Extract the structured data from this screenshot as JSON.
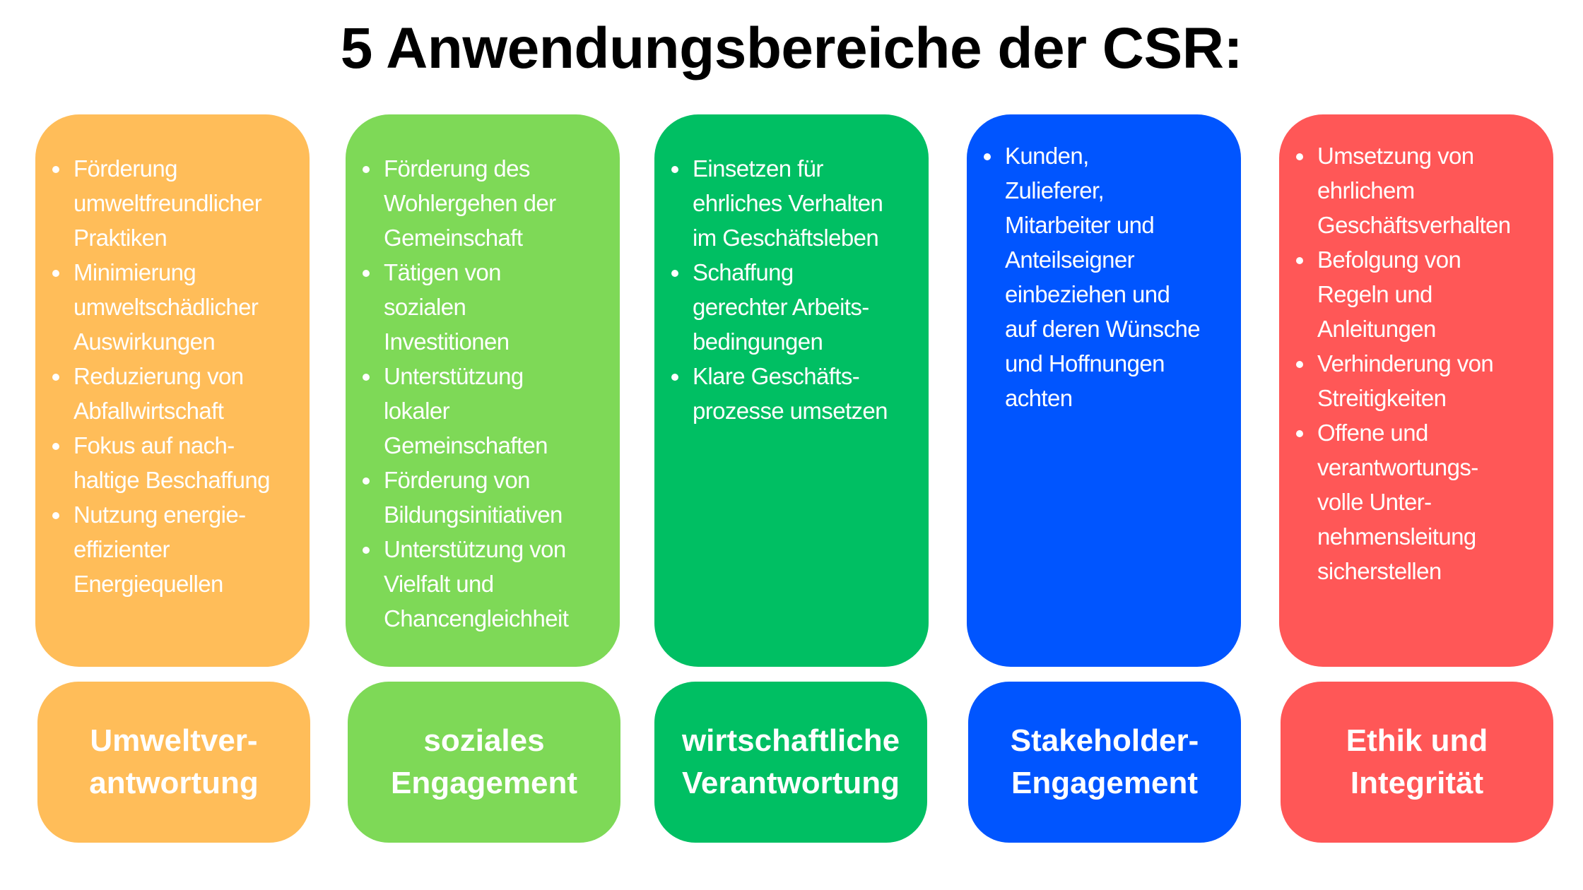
{
  "title": "5 Anwendungsbereiche der CSR:",
  "columns": [
    {
      "color": "#FFBD59",
      "label": "Umweltver-\nantwortung",
      "items": [
        "Förderung\numweltfreundlicher\nPraktiken",
        "Minimierung\numweltschädlicher\nAuswirkungen",
        "Reduzierung von\nAbfallwirtschaft",
        "Fokus auf nach-\nhaltige Beschaffung",
        "Nutzung energie-\neffizienter\nEnergiequellen"
      ]
    },
    {
      "color": "#7ED957",
      "label": "soziales\nEngagement",
      "items": [
        "Förderung des\nWohlergehen der\nGemeinschaft",
        "Tätigen von\nsozialen\nInvestitionen",
        "Unterstützung\nlokaler\nGemeinschaften",
        "Förderung von\nBildungsinitiativen",
        "Unterstützung von\nVielfalt und\nChancengleichheit"
      ]
    },
    {
      "color": "#00BF63",
      "label": "wirtschaftliche\nVerantwortung",
      "items": [
        "Einsetzen für\nehrliches Verhalten\nim Geschäftsleben",
        "Schaffung\ngerechter Arbeits-\nbedingungen",
        "Klare Geschäfts-\nprozesse umsetzen"
      ]
    },
    {
      "color": "#0055FF",
      "label": "Stakeholder-\nEngagement",
      "items": [
        "Kunden,\nZulieferer,\nMitarbeiter und\nAnteilseigner\neinbeziehen und\nauf deren Wünsche\nund Hoffnungen\nachten"
      ]
    },
    {
      "color": "#FF5757",
      "label": "Ethik und\nIntegrität",
      "items": [
        "Umsetzung von\nehrlichem\nGeschäftsverhalten",
        "Befolgung von\nRegeln und\nAnleitungen",
        "Verhinderung von\nStreitigkeiten",
        "Offene und\nverantwortungs-\nvolle Unter-\nnehmensleitung\nsicherstellen"
      ]
    }
  ]
}
